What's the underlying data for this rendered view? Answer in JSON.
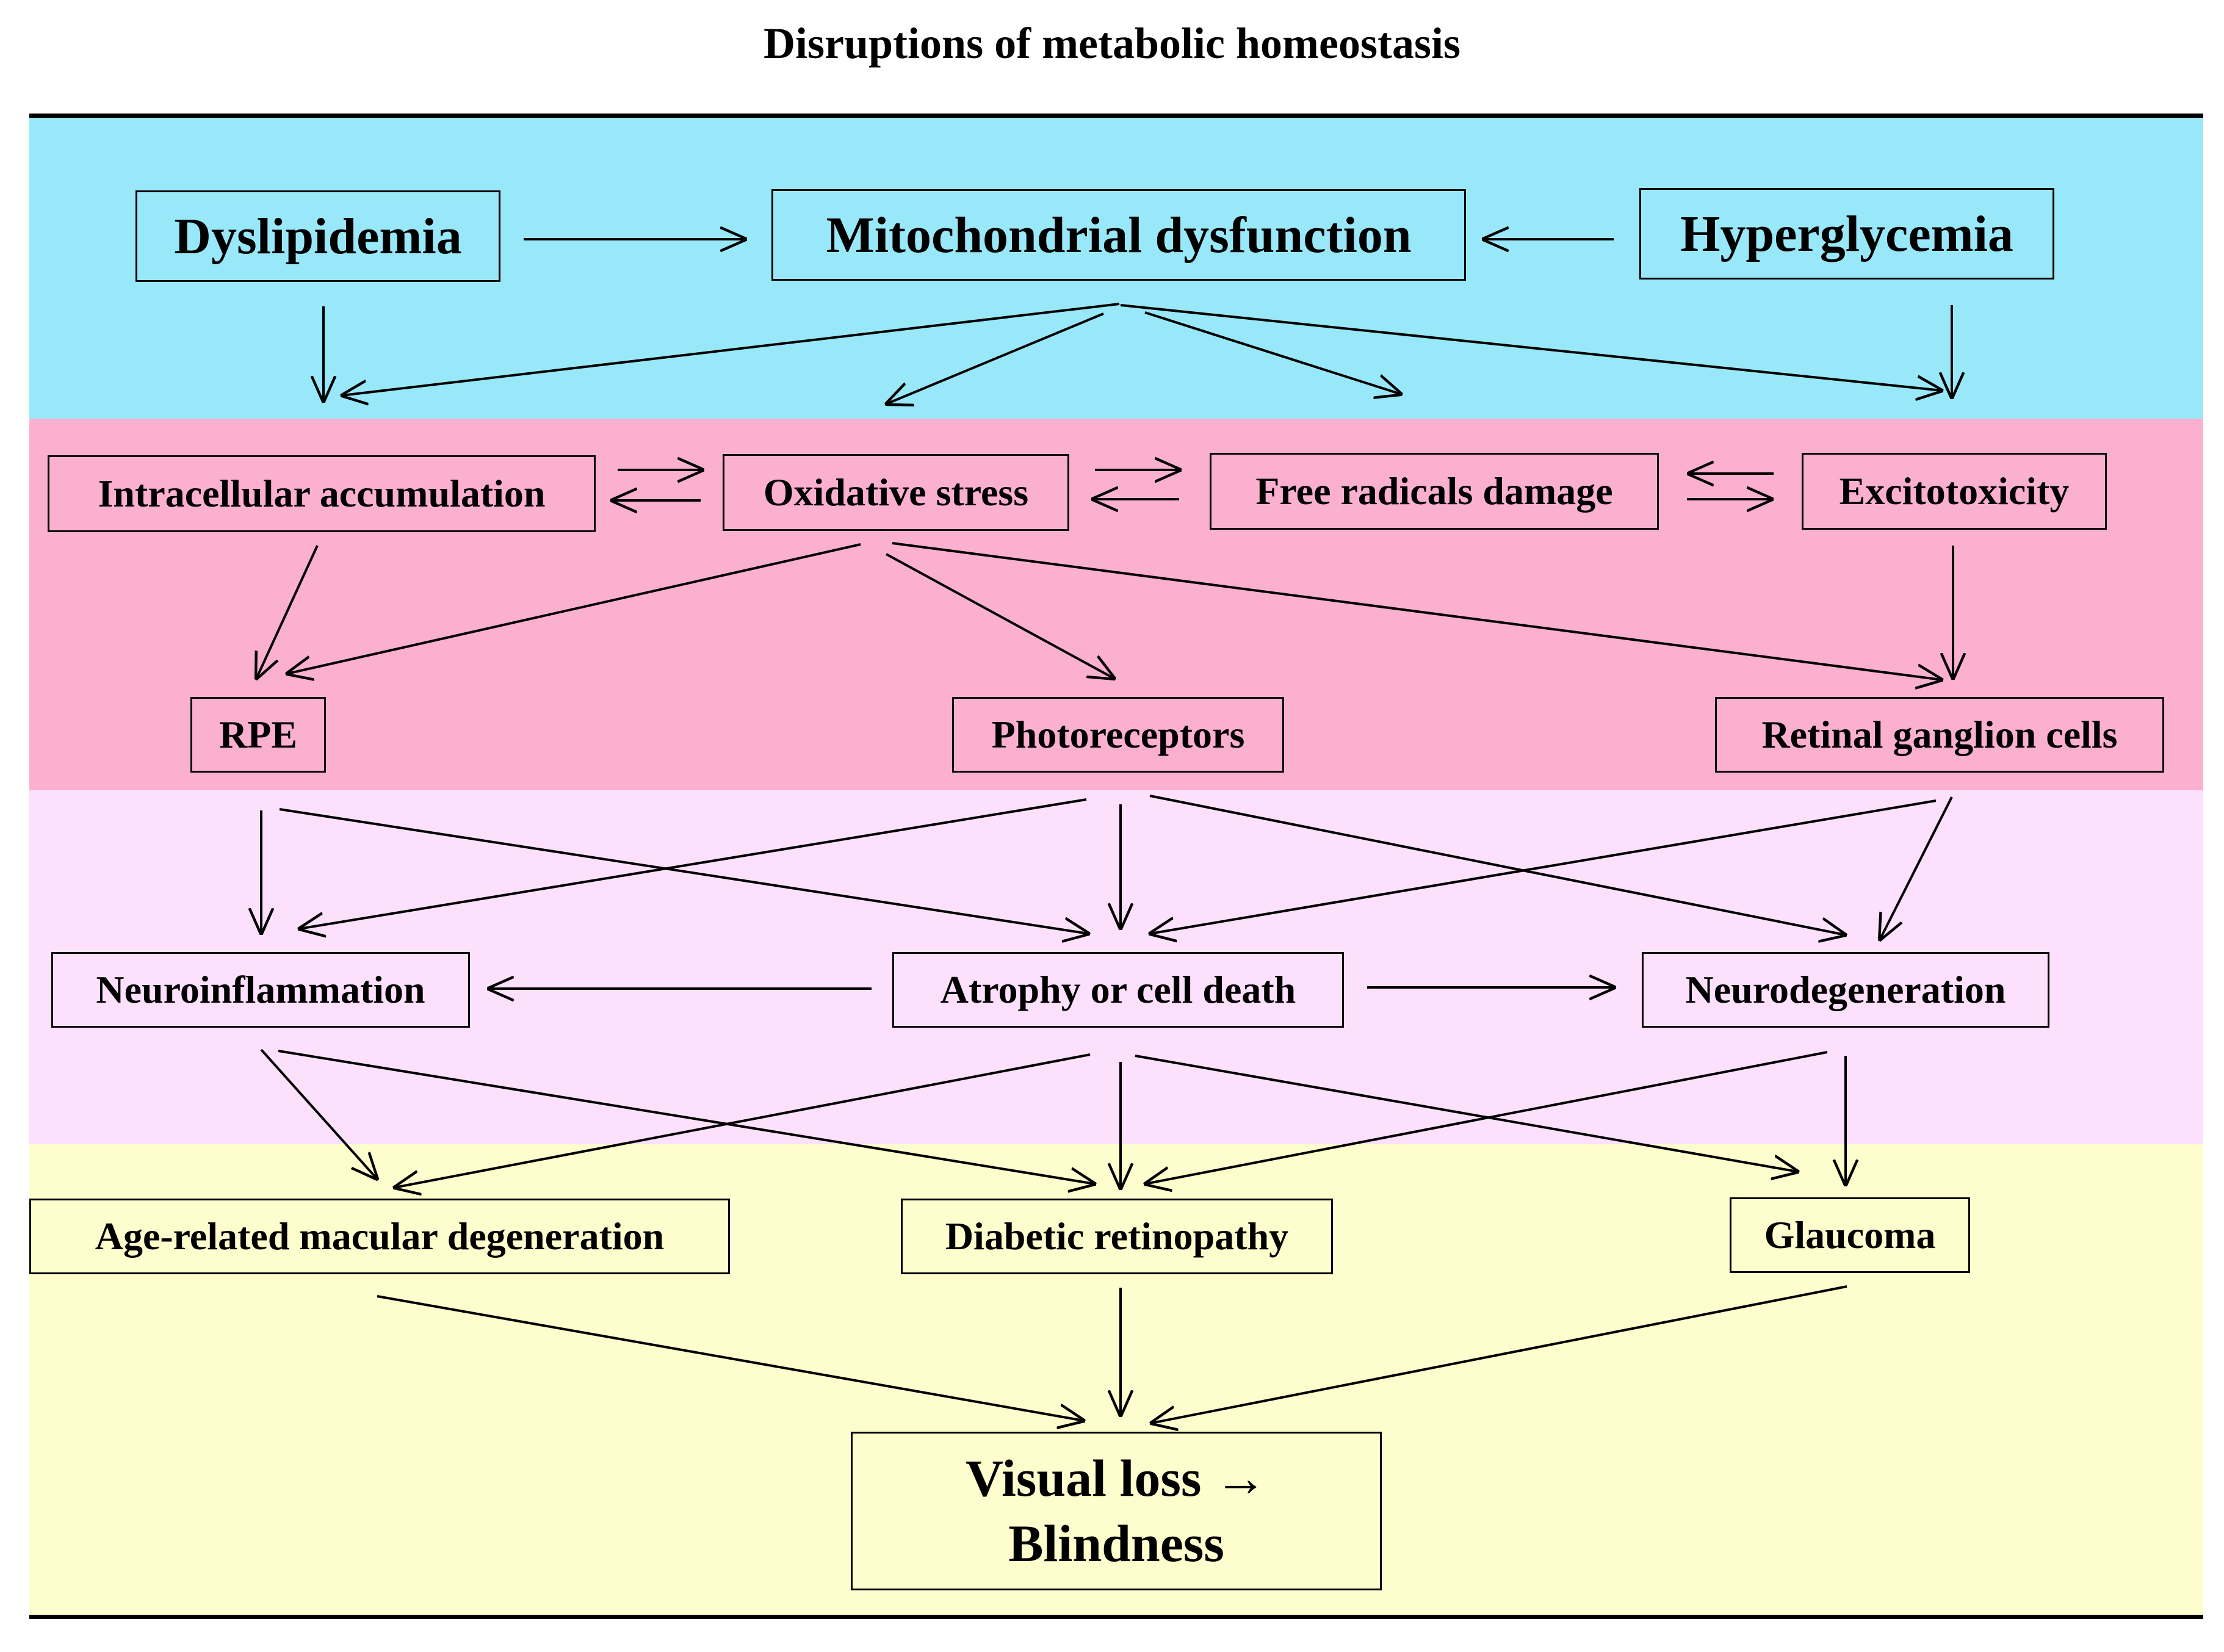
{
  "title": "Disruptions of metabolic homeostasis",
  "colors": {
    "band1": "#99e8f9",
    "band2": "#fbb0d0",
    "band3": "#fde0fb",
    "band4": "#fefdcd",
    "line": "#000000"
  },
  "nodes": {
    "dyslipidemia": "Dyslipidemia",
    "mitochondrial": "Mitochondrial dysfunction",
    "hyperglycemia": "Hyperglycemia",
    "intracellular": "Intracellular accumulation",
    "oxidative": "Oxidative stress",
    "free_radicals": "Free radicals damage",
    "excitotoxicity": "Excitotoxicity",
    "rpe": "RPE",
    "photoreceptors": "Photoreceptors",
    "rgc": "Retinal ganglion cells",
    "neuroinflammation": "Neuroinflammation",
    "atrophy": "Atrophy or cell death",
    "neurodegeneration": "Neurodegeneration",
    "amd": "Age-related macular degeneration",
    "diabetic_retinopathy": "Diabetic retinopathy",
    "glaucoma": "Glaucoma",
    "visual_loss_line1": "Visual loss →",
    "visual_loss_line2": "Blindness"
  }
}
